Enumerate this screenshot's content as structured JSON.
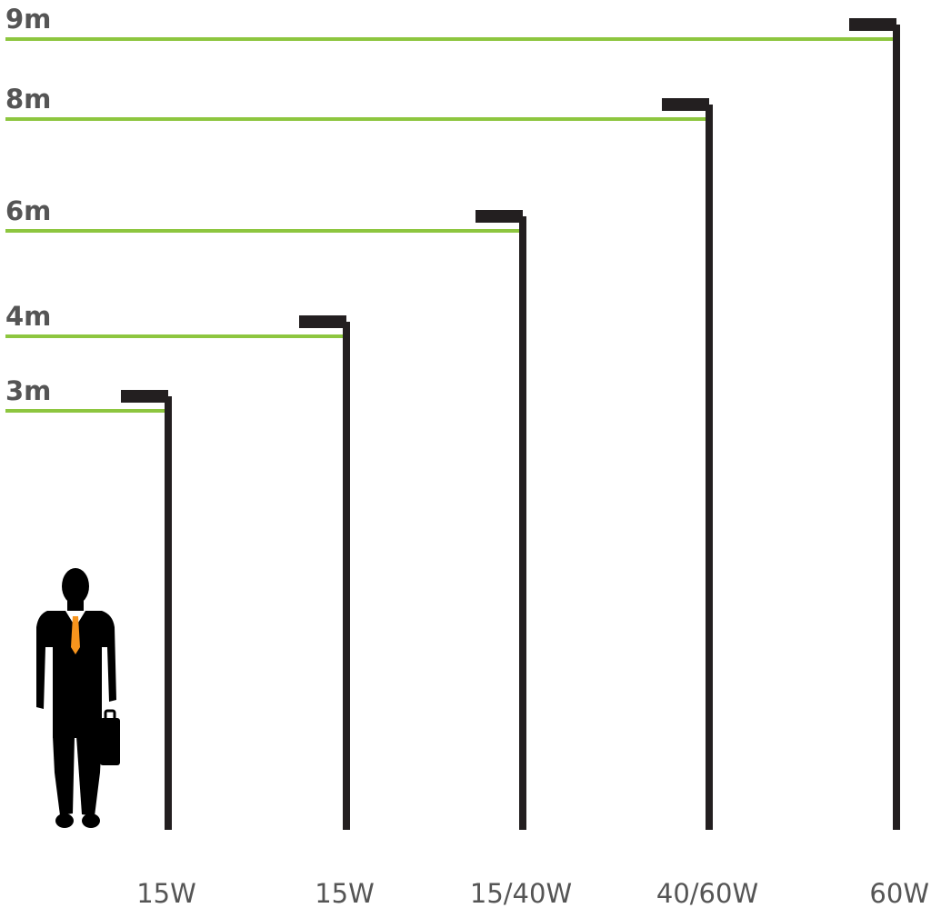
{
  "diagram": {
    "poles": [
      {
        "height": "3m",
        "wattage": "15W"
      },
      {
        "height": "4m",
        "wattage": "15W"
      },
      {
        "height": "6m",
        "wattage": "15/40W"
      },
      {
        "height": "8m",
        "wattage": "40/60W"
      },
      {
        "height": "9m",
        "wattage": "60W"
      }
    ],
    "icons": {
      "person": "businessman-with-briefcase-icon",
      "luminaire": "street-light-head-icon"
    },
    "colors": {
      "height_line": "#8dc63f",
      "pole": "#231f20",
      "label_text": "#555555",
      "person": "#000000",
      "tie": "#f7941d"
    }
  }
}
